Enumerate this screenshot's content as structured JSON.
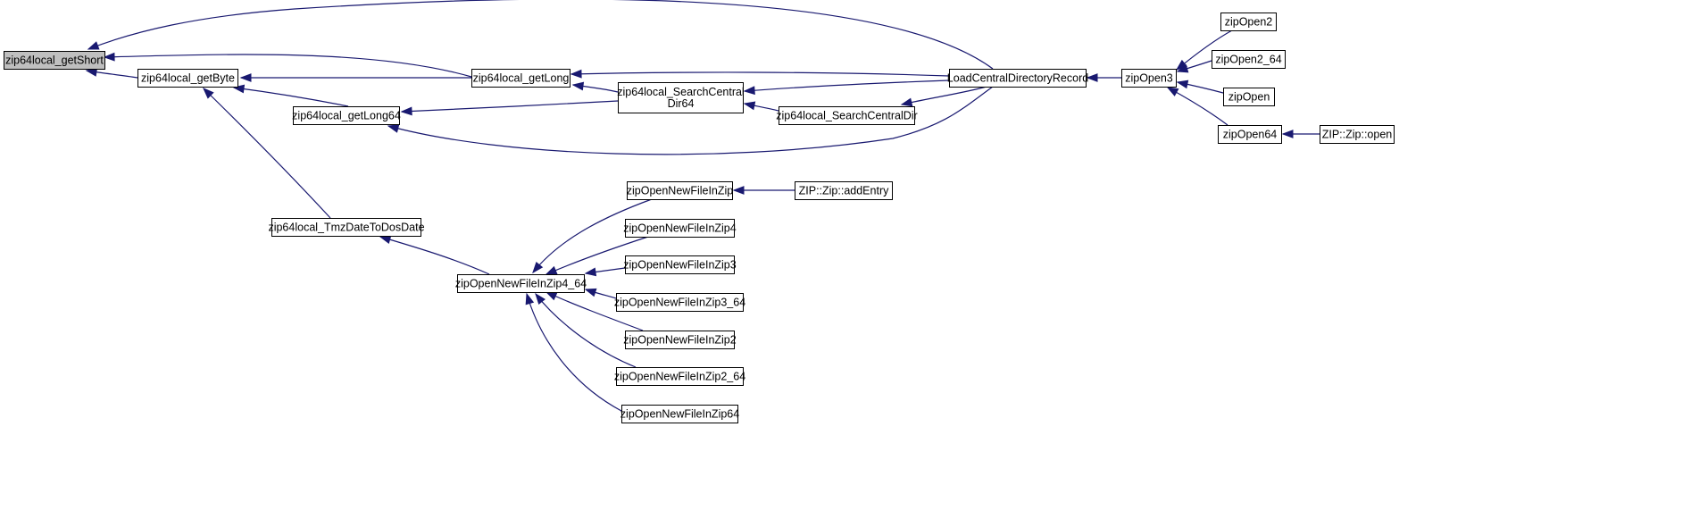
{
  "graph": {
    "nodes": [
      {
        "id": "getShort",
        "label": [
          "zip64local_getShort"
        ],
        "root": true
      },
      {
        "id": "getByte",
        "label": [
          "zip64local_getByte"
        ]
      },
      {
        "id": "getLong",
        "label": [
          "zip64local_getLong"
        ]
      },
      {
        "id": "getLong64",
        "label": [
          "zip64local_getLong64"
        ]
      },
      {
        "id": "searchCentralDir64",
        "label": [
          "zip64local_SearchCentral",
          "Dir64"
        ]
      },
      {
        "id": "searchCentralDir",
        "label": [
          "zip64local_SearchCentralDir"
        ]
      },
      {
        "id": "loadCentralDirectoryRecord",
        "label": [
          "LoadCentralDirectoryRecord"
        ]
      },
      {
        "id": "zipOpen3",
        "label": [
          "zipOpen3"
        ]
      },
      {
        "id": "zipOpen2",
        "label": [
          "zipOpen2"
        ]
      },
      {
        "id": "zipOpen2_64",
        "label": [
          "zipOpen2_64"
        ]
      },
      {
        "id": "zipOpen",
        "label": [
          "zipOpen"
        ]
      },
      {
        "id": "zipOpen64",
        "label": [
          "zipOpen64"
        ]
      },
      {
        "id": "zipZipOpen",
        "label": [
          "ZIP::Zip::open"
        ]
      },
      {
        "id": "tmzDateToDosDate",
        "label": [
          "zip64local_TmzDateToDosDate"
        ]
      },
      {
        "id": "zipOpenNewFileInZip4_64",
        "label": [
          "zipOpenNewFileInZip4_64"
        ]
      },
      {
        "id": "zipOpenNewFileInZip",
        "label": [
          "zipOpenNewFileInZip"
        ]
      },
      {
        "id": "zipZipAddEntry",
        "label": [
          "ZIP::Zip::addEntry"
        ]
      },
      {
        "id": "zipOpenNewFileInZip4",
        "label": [
          "zipOpenNewFileInZip4"
        ]
      },
      {
        "id": "zipOpenNewFileInZip3",
        "label": [
          "zipOpenNewFileInZip3"
        ]
      },
      {
        "id": "zipOpenNewFileInZip3_64",
        "label": [
          "zipOpenNewFileInZip3_64"
        ]
      },
      {
        "id": "zipOpenNewFileInZip2",
        "label": [
          "zipOpenNewFileInZip2"
        ]
      },
      {
        "id": "zipOpenNewFileInZip2_64",
        "label": [
          "zipOpenNewFileInZip2_64"
        ]
      },
      {
        "id": "zipOpenNewFileInZip64",
        "label": [
          "zipOpenNewFileInZip64"
        ]
      }
    ],
    "edges": [
      {
        "from": "loadCentralDirectoryRecord",
        "to": "getShort"
      },
      {
        "from": "getByte",
        "to": "getShort"
      },
      {
        "from": "getLong",
        "to": "getShort"
      },
      {
        "from": "getLong",
        "to": "getByte"
      },
      {
        "from": "getLong64",
        "to": "getByte"
      },
      {
        "from": "tmzDateToDosDate",
        "to": "getByte"
      },
      {
        "from": "searchCentralDir64",
        "to": "getLong"
      },
      {
        "from": "loadCentralDirectoryRecord",
        "to": "getLong"
      },
      {
        "from": "searchCentralDir64",
        "to": "getLong64"
      },
      {
        "from": "loadCentralDirectoryRecord",
        "to": "getLong64"
      },
      {
        "from": "loadCentralDirectoryRecord",
        "to": "searchCentralDir64"
      },
      {
        "from": "searchCentralDir",
        "to": "searchCentralDir64"
      },
      {
        "from": "loadCentralDirectoryRecord",
        "to": "searchCentralDir"
      },
      {
        "from": "zipOpen3",
        "to": "loadCentralDirectoryRecord"
      },
      {
        "from": "zipOpen2",
        "to": "zipOpen3"
      },
      {
        "from": "zipOpen2_64",
        "to": "zipOpen3"
      },
      {
        "from": "zipOpen",
        "to": "zipOpen3"
      },
      {
        "from": "zipOpen64",
        "to": "zipOpen3"
      },
      {
        "from": "zipZipOpen",
        "to": "zipOpen64"
      },
      {
        "from": "zipOpenNewFileInZip4_64",
        "to": "tmzDateToDosDate"
      },
      {
        "from": "zipOpenNewFileInZip",
        "to": "zipOpenNewFileInZip4_64"
      },
      {
        "from": "zipOpenNewFileInZip4",
        "to": "zipOpenNewFileInZip4_64"
      },
      {
        "from": "zipOpenNewFileInZip3",
        "to": "zipOpenNewFileInZip4_64"
      },
      {
        "from": "zipOpenNewFileInZip3_64",
        "to": "zipOpenNewFileInZip4_64"
      },
      {
        "from": "zipOpenNewFileInZip2",
        "to": "zipOpenNewFileInZip4_64"
      },
      {
        "from": "zipOpenNewFileInZip2_64",
        "to": "zipOpenNewFileInZip4_64"
      },
      {
        "from": "zipOpenNewFileInZip64",
        "to": "zipOpenNewFileInZip4_64"
      },
      {
        "from": "zipZipAddEntry",
        "to": "zipOpenNewFileInZip"
      }
    ],
    "colors": {
      "edge": "#191970",
      "root_fill": "#bfbfbf",
      "node_fill": "#ffffff",
      "node_border": "#000000"
    }
  }
}
